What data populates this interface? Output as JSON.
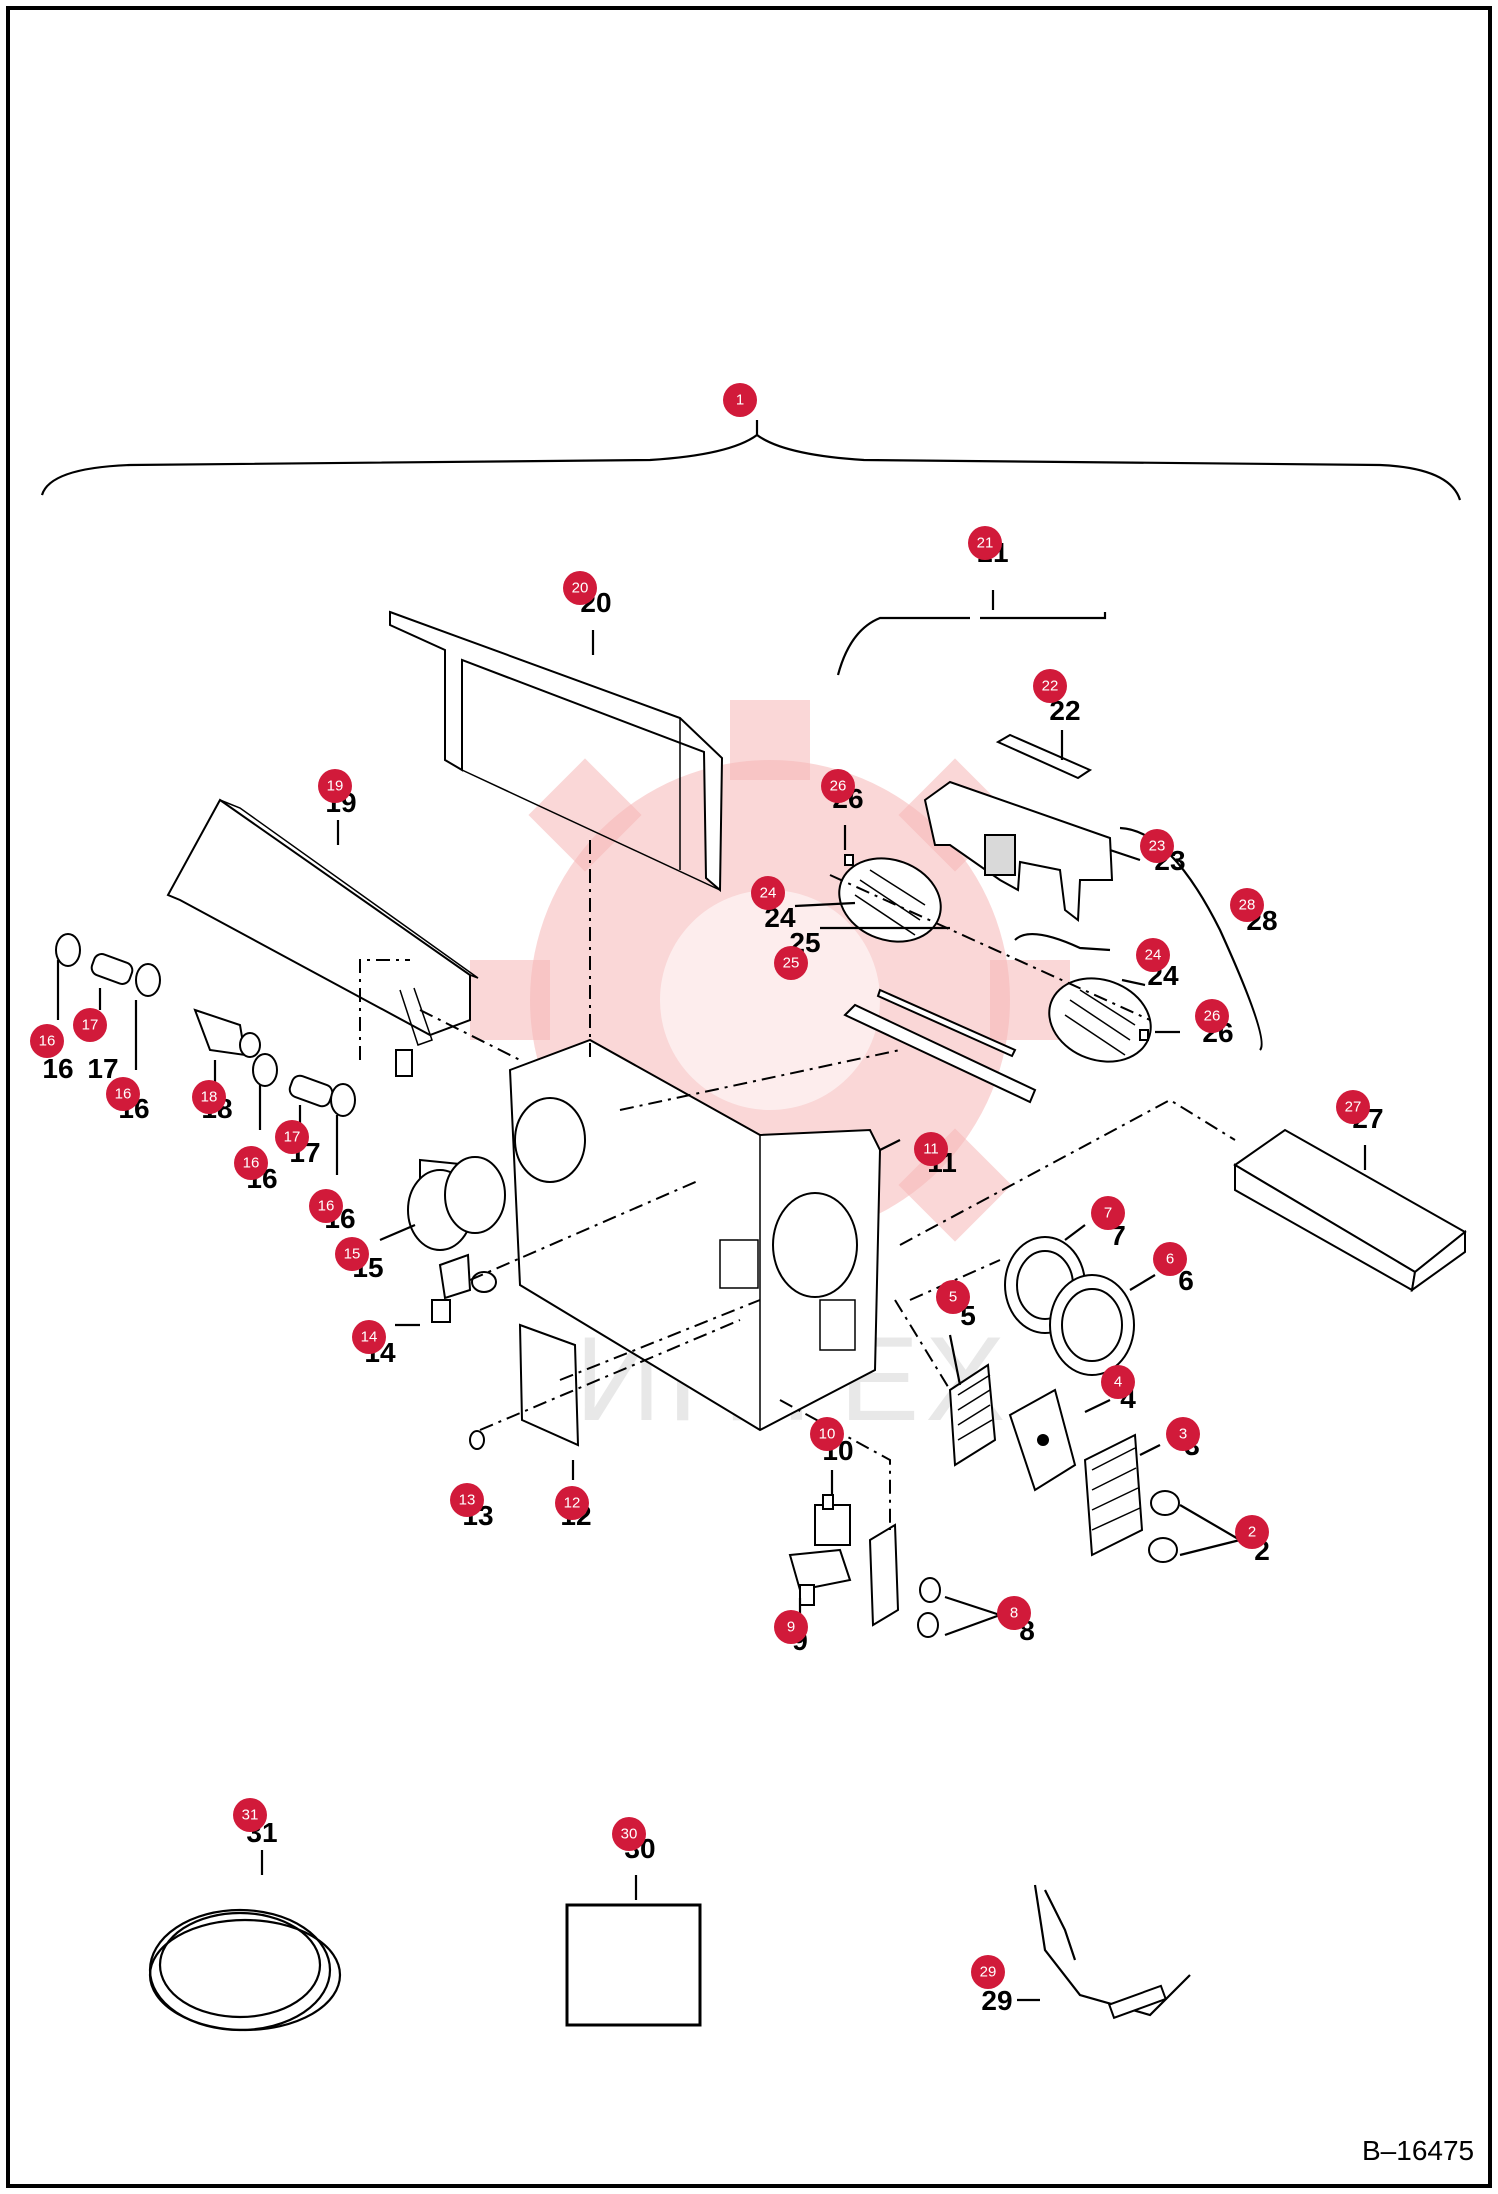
{
  "watermark": {
    "text": "ИНТЕХ",
    "colors": {
      "gear": "#f6b7b7",
      "text": "#e8e8e8"
    }
  },
  "drawing_code": "B–16475",
  "badge_color": "#d11a3a",
  "labels": {
    "p20": "20",
    "p21": "21",
    "p22": "22",
    "p19": "19",
    "p26a": "26",
    "p24a": "24",
    "p25": "25",
    "p24b": "24",
    "p23": "23",
    "p28": "28",
    "p26b": "26",
    "p16a": "16",
    "p17a": "17",
    "p16b": "16",
    "p18": "18",
    "p16c": "16",
    "p17b": "17",
    "p16d": "16",
    "p11": "11",
    "p27": "27",
    "p7": "7",
    "p6": "6",
    "p5": "5",
    "p15": "15",
    "p14": "14",
    "p4": "4",
    "p3": "3",
    "p13": "13",
    "p12": "12",
    "p10": "10",
    "p2": "2",
    "p9": "9",
    "p8": "8",
    "p31": "31",
    "p30": "30",
    "p29": "29"
  },
  "badges": {
    "b1": "1",
    "b20": "20",
    "b21": "21",
    "b22": "22",
    "b19": "19",
    "b26a": "26",
    "b24a": "24",
    "b25": "25",
    "b24b": "24",
    "b23": "23",
    "b28": "28",
    "b26b": "26",
    "b16a": "16",
    "b17a": "17",
    "b16b": "16",
    "b18": "18",
    "b16c": "16",
    "b17b": "17",
    "b16d": "16",
    "b11": "11",
    "b27": "27",
    "b7": "7",
    "b6": "6",
    "b5": "5",
    "b15": "15",
    "b14": "14",
    "b4": "4",
    "b3": "3",
    "b13": "13",
    "b12": "12",
    "b10": "10",
    "b2": "2",
    "b9": "9",
    "b8": "8",
    "b31": "31",
    "b30": "30",
    "b29": "29"
  }
}
